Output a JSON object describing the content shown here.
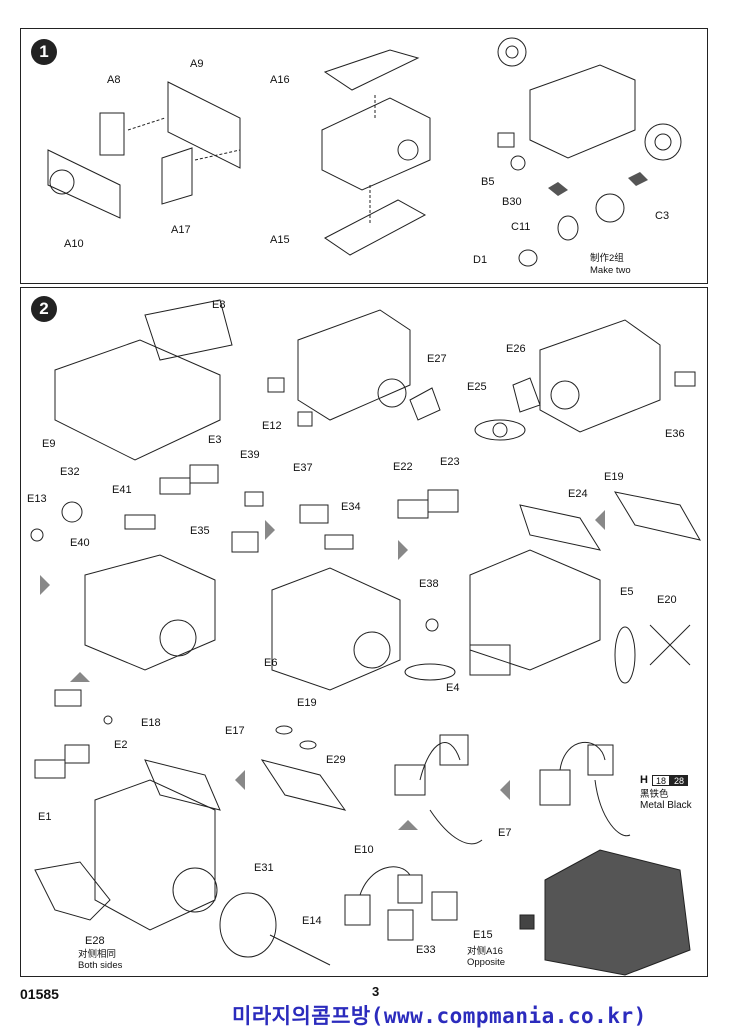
{
  "steps": {
    "step1": {
      "number": "1",
      "labels": [
        "A8",
        "A9",
        "A10",
        "A17",
        "A16",
        "A15",
        "B5",
        "B30",
        "C11",
        "C3",
        "D1"
      ],
      "note_cn": "制作2组",
      "note_en": "Make two"
    },
    "step2": {
      "number": "2",
      "labels": [
        "E8",
        "E9",
        "E12",
        "E27",
        "E37",
        "E26",
        "E25",
        "E36",
        "E3",
        "E39",
        "E22",
        "E23",
        "E19",
        "E41",
        "E32",
        "E13",
        "E40",
        "E35",
        "E34",
        "E24",
        "E38",
        "E5",
        "E20",
        "E6",
        "E4",
        "E18",
        "E17",
        "E2",
        "E1",
        "E29",
        "E7",
        "E10",
        "E31",
        "E14",
        "E33",
        "E15",
        "E28"
      ],
      "both_sides_cn": "对侧相同",
      "both_sides_en": "Both sides",
      "opposite_cn": "对侧A16",
      "opposite_en": "Opposite",
      "paint": {
        "code": "H",
        "num1": "18",
        "num2": "28",
        "name_cn": "黑铁色",
        "name_en": "Metal  Black"
      }
    }
  },
  "footer": {
    "product_code": "01585",
    "page_number": "3",
    "watermark": "미라지의콤프방(www.compmania.co.kr)"
  }
}
